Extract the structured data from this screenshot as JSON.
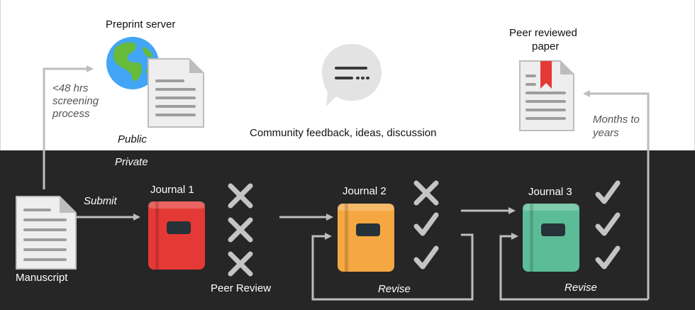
{
  "regions": {
    "public": "Public",
    "private": "Private"
  },
  "top": {
    "preprint_server": "Preprint server",
    "screening": [
      "<48 hrs",
      "screening",
      "process"
    ],
    "community": "Community feedback, ideas, discussion",
    "peer_reviewed": [
      "Peer reviewed",
      "paper"
    ],
    "months": [
      "Months to",
      "years"
    ]
  },
  "bottom": {
    "manuscript": "Manuscript",
    "submit": "Submit",
    "journal1": "Journal 1",
    "journal2": "Journal 2",
    "journal3": "Journal 3",
    "peer_review": "Peer Review",
    "revise_2": "Revise",
    "revise_3": "Revise"
  },
  "colors": {
    "journal1": "#e53935",
    "journal2": "#f5a742",
    "journal3": "#5bbd98",
    "arrow": "#bdbdbd",
    "private_bg": "#262626",
    "globe_water": "#42a5f5",
    "globe_land": "#66bb3a",
    "bookmark": "#e53935"
  },
  "icons": {
    "globe": "globe-icon",
    "document": "document-icon",
    "chat": "chat-bubble-icon",
    "book": "book-icon",
    "cross": "cross-icon",
    "check": "check-icon"
  },
  "reviews": {
    "journal1": [
      "reject",
      "reject",
      "reject"
    ],
    "journal2": [
      "reject",
      "accept",
      "accept"
    ],
    "journal3": [
      "accept",
      "accept",
      "accept"
    ]
  }
}
